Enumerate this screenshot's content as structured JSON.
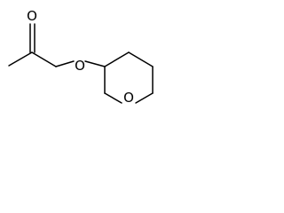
{
  "molecule": {
    "atoms": {
      "carbonyl_oxygen": "O",
      "ether_oxygen": "O",
      "ring_oxygen": "O"
    },
    "colors": {
      "bond": "#000000",
      "background": "#ffffff"
    }
  }
}
